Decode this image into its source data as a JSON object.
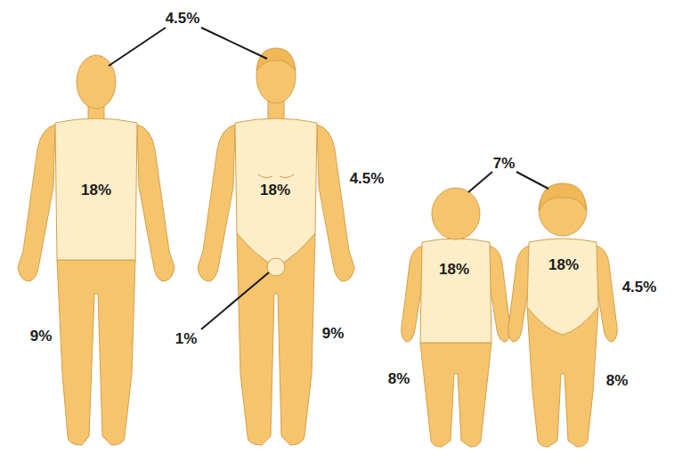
{
  "diagram": {
    "labels": [
      "4.5%",
      "7%",
      "4.5%",
      "18%",
      "18%",
      "18%",
      "18%",
      "4.5%",
      "9%",
      "1%",
      "9%",
      "8%",
      "8%"
    ]
  }
}
